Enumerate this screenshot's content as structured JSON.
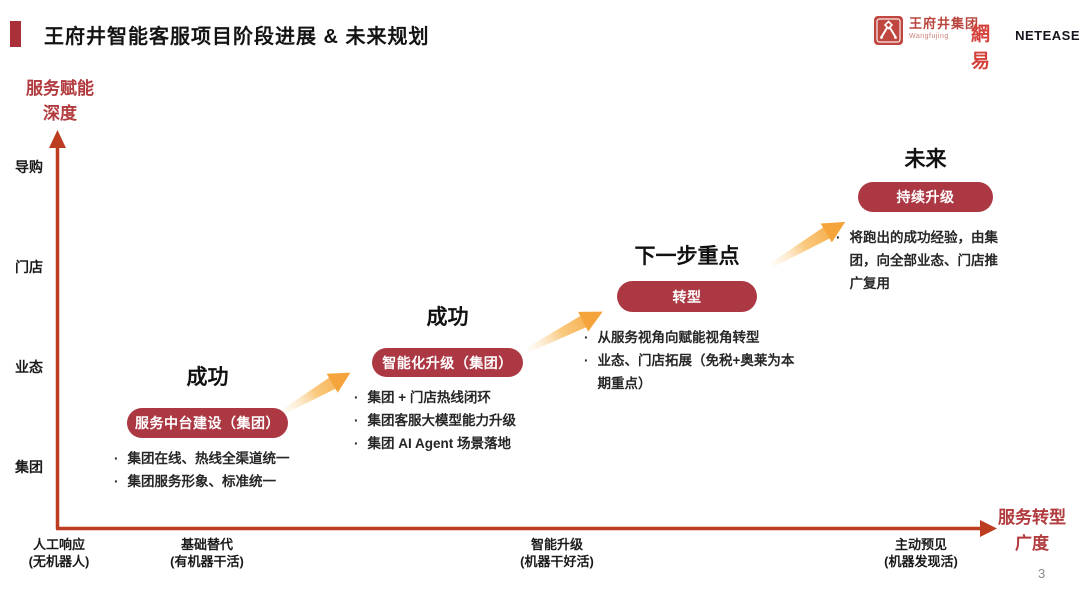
{
  "slide": {
    "title": "王府井智能客服项目阶段进展 & 未来规划",
    "page_number": "3"
  },
  "logos": {
    "wangfujing": {
      "name": "王府井集团",
      "subtitle": "Wangfujing"
    },
    "netease": {
      "cn": "網易",
      "en": "NETEASE"
    }
  },
  "axes": {
    "y": {
      "label": "服务赋能\n深度",
      "ticks": [
        "导购",
        "门店",
        "业态",
        "集团"
      ]
    },
    "x": {
      "label": "服务转型\n广度",
      "ticks": [
        "人工响应\n(无机器人)",
        "基础替代\n(有机器干活)",
        "智能升级\n(机器干好活)",
        "主动预见\n(机器发现活)"
      ]
    }
  },
  "stages": [
    {
      "heading": "成功",
      "pill": "服务中台建设（集团）",
      "bullets": [
        "集团在线、热线全渠道统一",
        "集团服务形象、标准统一"
      ]
    },
    {
      "heading": "成功",
      "pill": "智能化升级（集团）",
      "bullets": [
        "集团 + 门店热线闭环",
        "集团客服大模型能力升级",
        "集团 AI Agent 场景落地"
      ]
    },
    {
      "heading": "下一步重点",
      "pill": "转型",
      "bullets": [
        "从服务视角向赋能视角转型",
        "业态、门店拓展（免税+奥莱为本期重点）"
      ]
    },
    {
      "heading": "未来",
      "pill": "持续升级",
      "bullets": [
        "将跑出的成功经验，由集团，向全部业态、门店推广复用"
      ]
    }
  ],
  "colors": {
    "accent_red": "#A93038",
    "pill_red": "#AC3843",
    "axis_red": "#BC3D20",
    "label_red": "#B23B3E",
    "arrow_orange": "#F5A23A",
    "text_dark": "#262626"
  }
}
